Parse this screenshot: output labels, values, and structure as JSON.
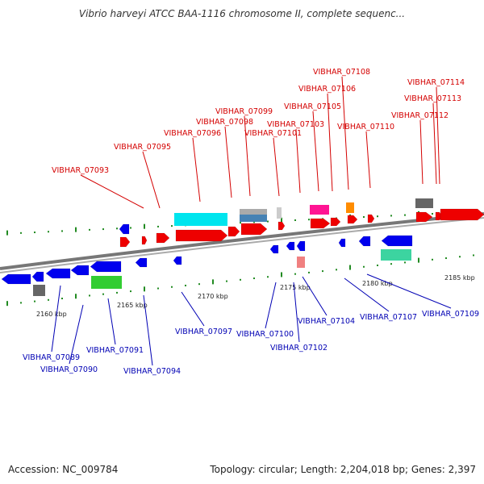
{
  "title": "Vibrio harveyi ATCC BAA-1116 chromosome II, complete sequenc...",
  "footer": {
    "accession": "Accession: NC_009784",
    "stats": "Topology: circular; Length: 2,204,018 bp; Genes: 2,397"
  },
  "colors": {
    "forward_gene": "#ee0000",
    "reverse_gene": "#0000ee",
    "top_label": "#d40000",
    "bottom_label": "#0000b4",
    "backbone": "#777777",
    "tick": "#228b22"
  },
  "scale": {
    "unit": "kbp",
    "ticks": [
      "2160 kbp",
      "2165 kbp",
      "2170 kbp",
      "2175 kbp",
      "2180 kbp",
      "2185 kbp"
    ]
  },
  "genes_top": [
    "VIBHAR_07093",
    "VIBHAR_07095",
    "VIBHAR_07096",
    "VIBHAR_07098",
    "VIBHAR_07099",
    "VIBHAR_07101",
    "VIBHAR_07103",
    "VIBHAR_07105",
    "VIBHAR_07106",
    "VIBHAR_07108",
    "VIBHAR_07110",
    "VIBHAR_07112",
    "VIBHAR_07113",
    "VIBHAR_07114"
  ],
  "genes_bottom": [
    "VIBHAR_07089",
    "VIBHAR_07090",
    "VIBHAR_07091",
    "VIBHAR_07094",
    "VIBHAR_07097",
    "VIBHAR_07100",
    "VIBHAR_07102",
    "VIBHAR_07104",
    "VIBHAR_07107",
    "VIBHAR_07109"
  ]
}
